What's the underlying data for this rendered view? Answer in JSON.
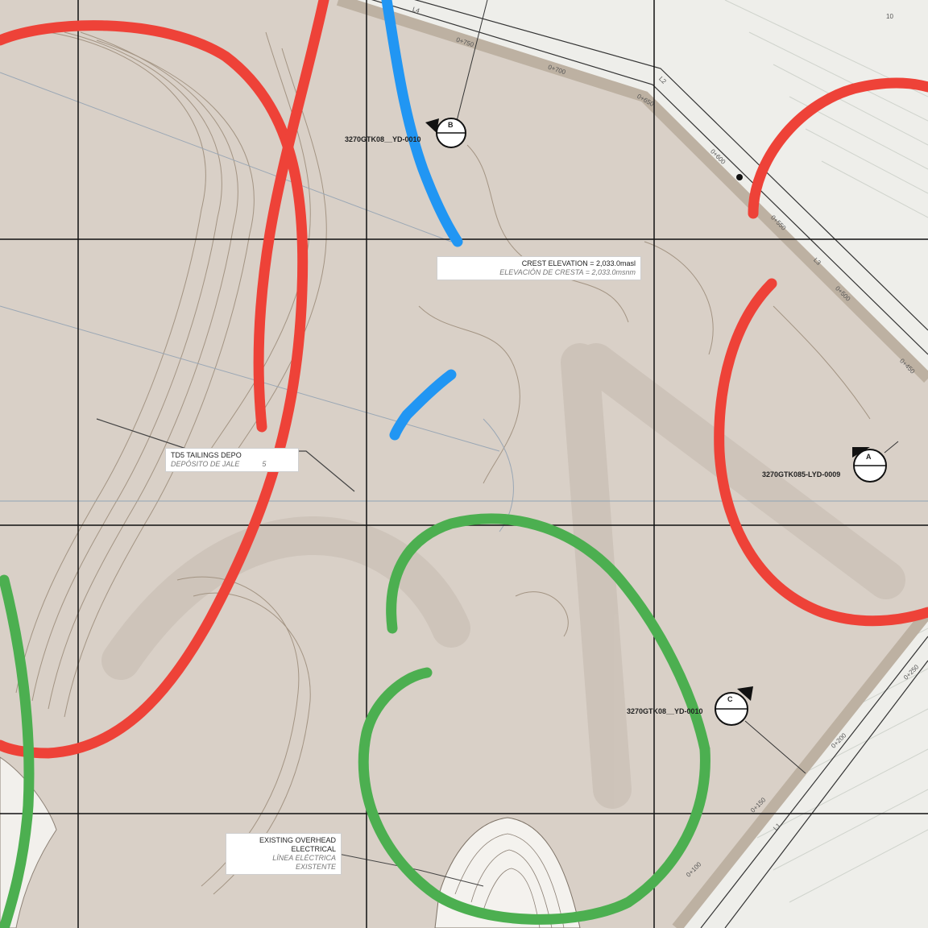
{
  "labels": {
    "crest": {
      "line1": "CREST ELEVATION = 2,033.0masl",
      "line2": "ELEVACIÓN DE CRESTA = 2,033.0msnm"
    },
    "tailings": {
      "line1": "TD5 TAILINGS DEPO",
      "line2": "DEPÓSITO DE JALE",
      "line2_tail": "5"
    },
    "electrical": {
      "line1": "EXISTING OVERHEAD",
      "line2": "ELECTRICAL",
      "line3": "LÍNEA ELÉCTRICA",
      "line4": "EXISTENTE"
    }
  },
  "section_markers": [
    {
      "letter": "B",
      "ref": "3270GTK08__YD-0010"
    },
    {
      "letter": "A",
      "ref": "3270GTK085-LYD-0009"
    },
    {
      "letter": "C",
      "ref": "3270GTK08__YD-0010"
    }
  ],
  "chainages": [
    "0+750",
    "0+700",
    "0+650",
    "0+600",
    "0+550",
    "0+500",
    "0+450",
    "0+250",
    "0+200",
    "0+150",
    "0+100"
  ],
  "alignment_labels": [
    "L4",
    "L3",
    "L2",
    "L1",
    "10"
  ],
  "annotation_colors": {
    "red": "#ee4238",
    "blue": "#2196f3",
    "green": "#4caf50"
  }
}
